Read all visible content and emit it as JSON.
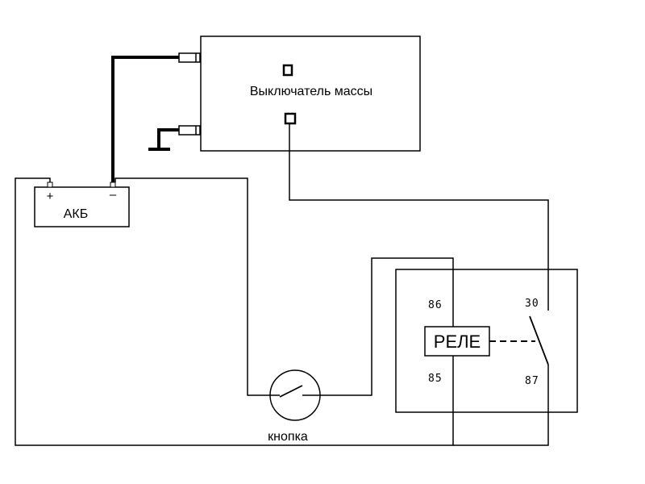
{
  "diagram": {
    "components": {
      "mass_switch": "Выключатель массы",
      "battery": "АКБ",
      "battery_plus": "+",
      "battery_minus": "–",
      "relay": "РЕЛЕ",
      "button": "кнопка"
    },
    "relay_pins": {
      "p86": "86",
      "p85": "85",
      "p30": "30",
      "p87": "87"
    }
  }
}
